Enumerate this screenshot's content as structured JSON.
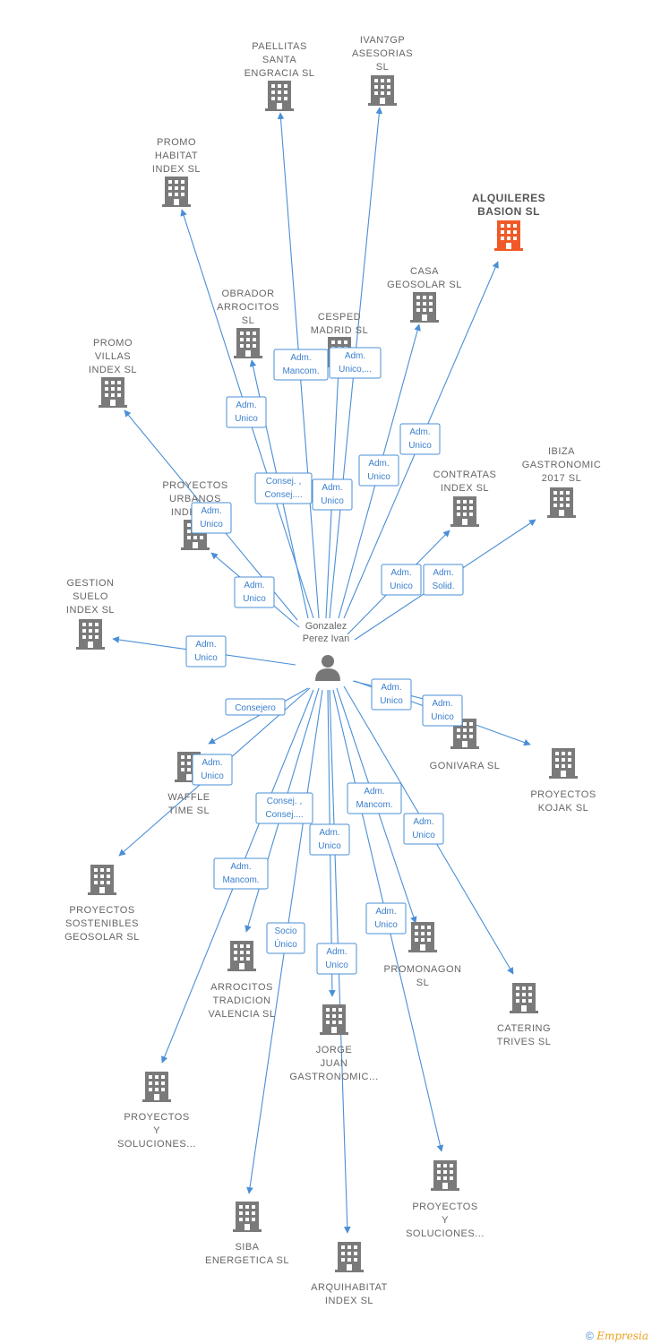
{
  "person": {
    "name_lines": [
      "Gonzalez",
      "Perez Ivan"
    ],
    "icon": "person-icon"
  },
  "nodes": [
    {
      "id": "paellitas",
      "lines": [
        "PAELLITAS",
        "SANTA",
        "ENGRACIA  SL"
      ],
      "icon": "building-icon"
    },
    {
      "id": "ivan7gp",
      "lines": [
        "IVAN7GP",
        "ASESORIAS",
        "SL"
      ],
      "icon": "building-icon"
    },
    {
      "id": "promo-habitat",
      "lines": [
        "PROMO",
        "HABITAT",
        "INDEX  SL"
      ],
      "icon": "building-icon"
    },
    {
      "id": "alquileres",
      "lines": [
        "ALQUILERES",
        "BASION  SL"
      ],
      "icon": "building-icon",
      "highlight": true
    },
    {
      "id": "casa-geosolar",
      "lines": [
        "CASA",
        "GEOSOLAR  SL"
      ],
      "icon": "building-icon"
    },
    {
      "id": "obrador",
      "lines": [
        "OBRADOR",
        "ARROCITOS",
        "SL"
      ],
      "icon": "building-icon"
    },
    {
      "id": "cesped",
      "lines": [
        "CESPED",
        "MADRID SL"
      ],
      "icon": "building-icon"
    },
    {
      "id": "promo-villas",
      "lines": [
        "PROMO",
        "VILLAS",
        "INDEX  SL"
      ],
      "icon": "building-icon"
    },
    {
      "id": "ibiza",
      "lines": [
        "IBIZA",
        "GASTRONOMIC",
        "2017  SL"
      ],
      "icon": "building-icon"
    },
    {
      "id": "contratas",
      "lines": [
        "CONTRATAS",
        "INDEX  SL"
      ],
      "icon": "building-icon"
    },
    {
      "id": "proyectos-urbanos",
      "lines": [
        "PROYECTOS",
        "URBANOS",
        "INDEX SL"
      ],
      "icon": "building-icon"
    },
    {
      "id": "gestion-suelo",
      "lines": [
        "GESTION",
        "SUELO",
        "INDEX  SL"
      ],
      "icon": "building-icon"
    },
    {
      "id": "gonivara",
      "lines": [
        "GONIVARA  SL"
      ],
      "icon": "building-icon"
    },
    {
      "id": "proyectos-kojak",
      "lines": [
        "PROYECTOS",
        "KOJAK  SL"
      ],
      "icon": "building-icon"
    },
    {
      "id": "waffle",
      "lines": [
        "WAFFLE",
        "TIME  SL"
      ],
      "icon": "building-icon"
    },
    {
      "id": "proyectos-sostenibles",
      "lines": [
        "PROYECTOS",
        "SOSTENIBLES",
        "GEOSOLAR  SL"
      ],
      "icon": "building-icon"
    },
    {
      "id": "arrocitos-tradicion",
      "lines": [
        "ARROCITOS",
        "TRADICION",
        "VALENCIA  SL"
      ],
      "icon": "building-icon"
    },
    {
      "id": "promonagon",
      "lines": [
        "PROMONAGON",
        "SL"
      ],
      "icon": "building-icon"
    },
    {
      "id": "catering",
      "lines": [
        "CATERING",
        "TRIVES  SL"
      ],
      "icon": "building-icon"
    },
    {
      "id": "jorge-juan",
      "lines": [
        "JORGE",
        "JUAN",
        "GASTRONOMIC..."
      ],
      "icon": "building-icon"
    },
    {
      "id": "proyectos-soluciones-1",
      "lines": [
        "PROYECTOS",
        "Y",
        "SOLUCIONES..."
      ],
      "icon": "building-icon"
    },
    {
      "id": "proyectos-soluciones-2",
      "lines": [
        "PROYECTOS",
        "Y",
        "SOLUCIONES..."
      ],
      "icon": "building-icon"
    },
    {
      "id": "siba",
      "lines": [
        "SIBA",
        "ENERGETICA SL"
      ],
      "icon": "building-icon"
    },
    {
      "id": "arquihabitat",
      "lines": [
        "ARQUIHABITAT",
        "INDEX  SL"
      ],
      "icon": "building-icon"
    }
  ],
  "roles": [
    {
      "target": "obrador",
      "lines": [
        "Adm.",
        "Mancom."
      ]
    },
    {
      "target": "ivan7gp",
      "lines": [
        "Adm.",
        "Unico,..."
      ]
    },
    {
      "target": "promo-habitat",
      "lines": [
        "Adm.",
        "Unico"
      ]
    },
    {
      "target": "alquileres",
      "lines": [
        "Adm.",
        "Unico"
      ]
    },
    {
      "target": "casa-geosolar",
      "lines": [
        "Adm.",
        "Unico"
      ]
    },
    {
      "target": "paellitas",
      "lines": [
        "Consej. ,",
        "Consej...."
      ]
    },
    {
      "target": "cesped",
      "lines": [
        "Adm.",
        "Unico"
      ]
    },
    {
      "target": "promo-villas",
      "lines": [
        "Adm.",
        "Unico"
      ]
    },
    {
      "target": "contratas",
      "lines": [
        "Adm.",
        "Unico"
      ]
    },
    {
      "target": "ibiza",
      "lines": [
        "Adm.",
        "Solid."
      ]
    },
    {
      "target": "proyectos-urbanos",
      "lines": [
        "Adm.",
        "Unico"
      ]
    },
    {
      "target": "gestion-suelo",
      "lines": [
        "Adm.",
        "Unico"
      ]
    },
    {
      "target": "gonivara",
      "lines": [
        "Adm.",
        "Unico"
      ]
    },
    {
      "target": "proyectos-kojak",
      "lines": [
        "Adm.",
        "Unico"
      ]
    },
    {
      "target": "waffle",
      "lines": [
        "Consejero"
      ]
    },
    {
      "target": "proyectos-sostenibles",
      "lines": [
        "Adm.",
        "Unico"
      ]
    },
    {
      "target": "arrocitos-tradicion",
      "lines": [
        "Consej. ,",
        "Consej...."
      ]
    },
    {
      "target": "promonagon",
      "lines": [
        "Adm.",
        "Mancom."
      ]
    },
    {
      "target": "catering",
      "lines": [
        "Adm.",
        "Unico"
      ]
    },
    {
      "target": "jorge-juan",
      "lines": [
        "Adm.",
        "Unico"
      ]
    },
    {
      "target": "proyectos-soluciones-1",
      "lines": [
        "Adm.",
        "Mancom."
      ]
    },
    {
      "target": "siba",
      "lines": [
        "Socio",
        "Único"
      ]
    },
    {
      "target": "arquihabitat",
      "lines": [
        "Adm.",
        "Unico"
      ]
    },
    {
      "target": "proyectos-soluciones-2",
      "lines": [
        "Adm.",
        "Unico"
      ]
    }
  ],
  "colors": {
    "edge": "#4a8fd6",
    "building": "#7a7a7a",
    "highlight": "#f05a28",
    "text": "#666666"
  },
  "footer": {
    "copyright": "©",
    "brand": "Empresia"
  }
}
